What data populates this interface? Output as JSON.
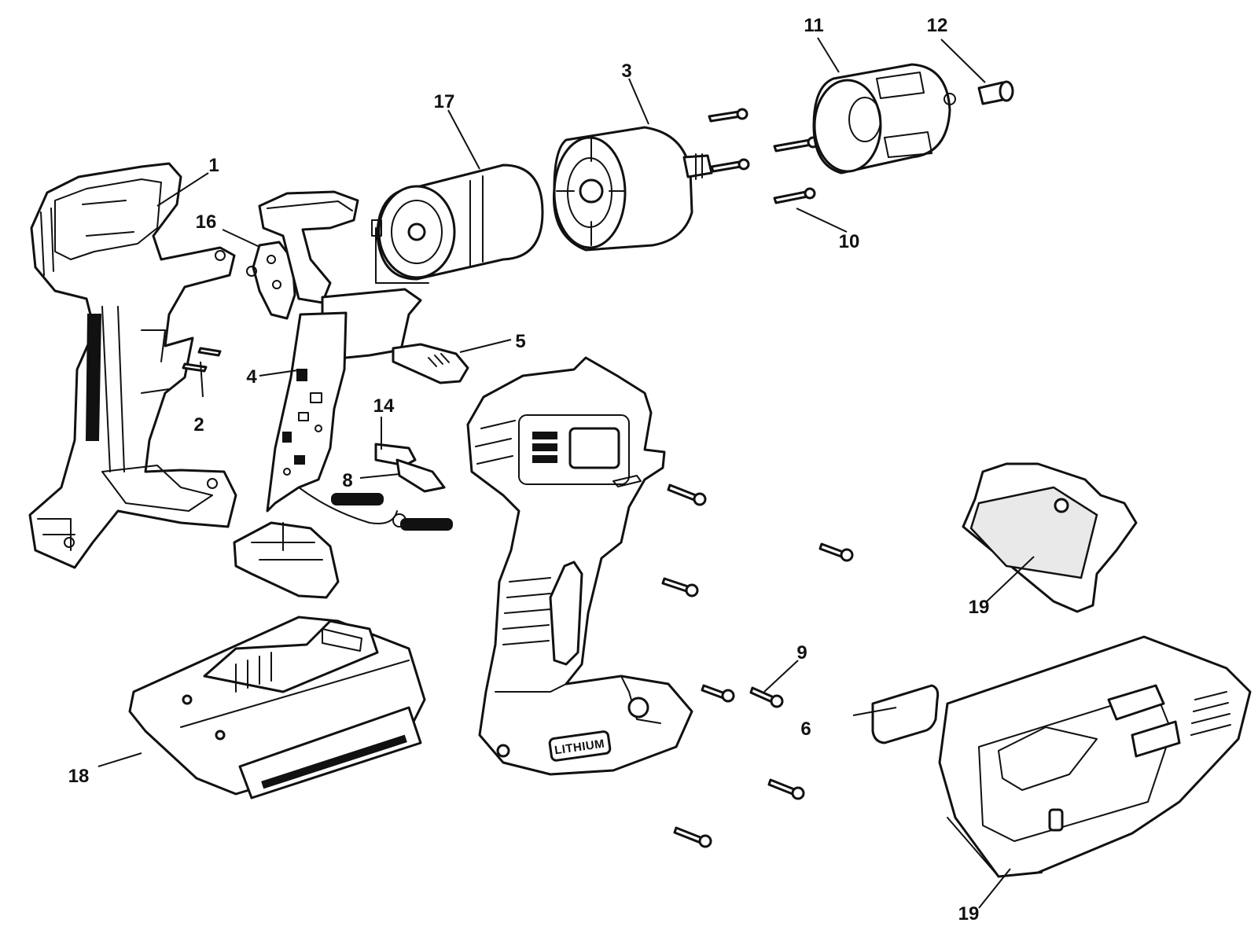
{
  "callouts": {
    "c1": "1",
    "c2": "2",
    "c3": "3",
    "c4": "4",
    "c5": "5",
    "c6": "6",
    "c8": "8",
    "c9": "9",
    "c10": "10",
    "c11": "11",
    "c12": "12",
    "c14": "14",
    "c16": "16",
    "c17": "17",
    "c18": "18",
    "c19a": "19",
    "c19b": "19"
  },
  "tool_badge": "LITHIUM"
}
